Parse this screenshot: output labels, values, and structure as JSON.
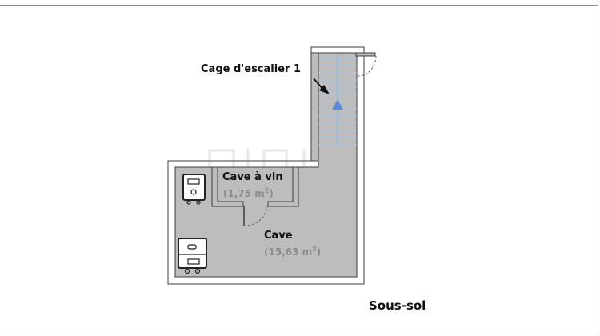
{
  "plan": {
    "level_label": "Sous-sol",
    "rooms": {
      "stair": {
        "label": "Cage d'escalier 1"
      },
      "wine_cellar": {
        "label": "Cave à vin",
        "area_value": "(1,75 m",
        "area_exp": "2",
        "area_close": ")"
      },
      "cellar": {
        "label": "Cave",
        "area_value": "(15,63 m",
        "area_exp": "2",
        "area_close": ")"
      }
    },
    "fixtures": [
      "boiler-icon",
      "water-heater-icon"
    ],
    "colors": {
      "wall_fill": "#bdbdbd",
      "wall_stroke": "#3c3c3c",
      "arrow": "#5b8bd6",
      "stair_line": "#7aaee0"
    }
  }
}
